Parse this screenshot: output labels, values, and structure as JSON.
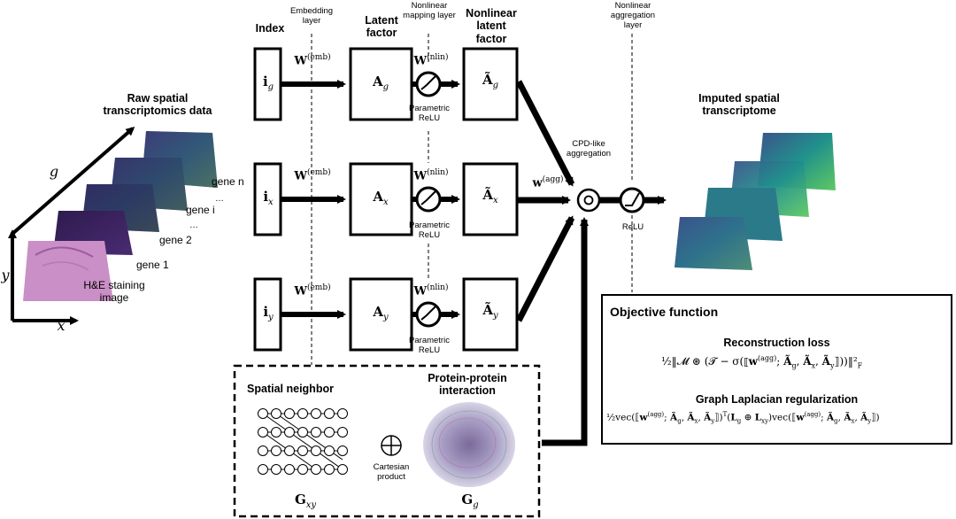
{
  "labels": {
    "raw_data": "Raw spatial transcriptomics data",
    "he_image": "H&E staining image",
    "gene_n": "gene n",
    "gene_i": "gene i",
    "gene_2": "gene 2",
    "gene_1": "gene 1",
    "axis_x": "x",
    "axis_y": "y",
    "axis_g": "g",
    "index": "Index",
    "embedding_layer": "Embedding layer",
    "latent_factor": "Latent factor",
    "nonlinear_mapping_layer": "Nonlinear mapping layer",
    "nonlinear_latent_factor": "Nonlinear latent factor",
    "nonlinear_aggregation_layer": "Nonlinear aggregation layer",
    "parametric_relu": "Parametric ReLU",
    "cpd_aggregation": "CPD-like aggregation",
    "relu": "ReLU",
    "imputed": "Imputed spatial transcriptome",
    "spatial_neighbor": "Spatial neighbor",
    "ppi": "Protein-protein interaction",
    "cartesian": "Cartesian product",
    "objective": "Objective function",
    "recon_loss": "Reconstruction loss",
    "graph_reg": "Graph Laplacian regularization"
  },
  "colors": {
    "he_stain": "#c98fc6",
    "heat_dark": "#3b1f5c",
    "viridis_mid": "#2f7f8e",
    "viridis_light": "#6cc66a"
  }
}
